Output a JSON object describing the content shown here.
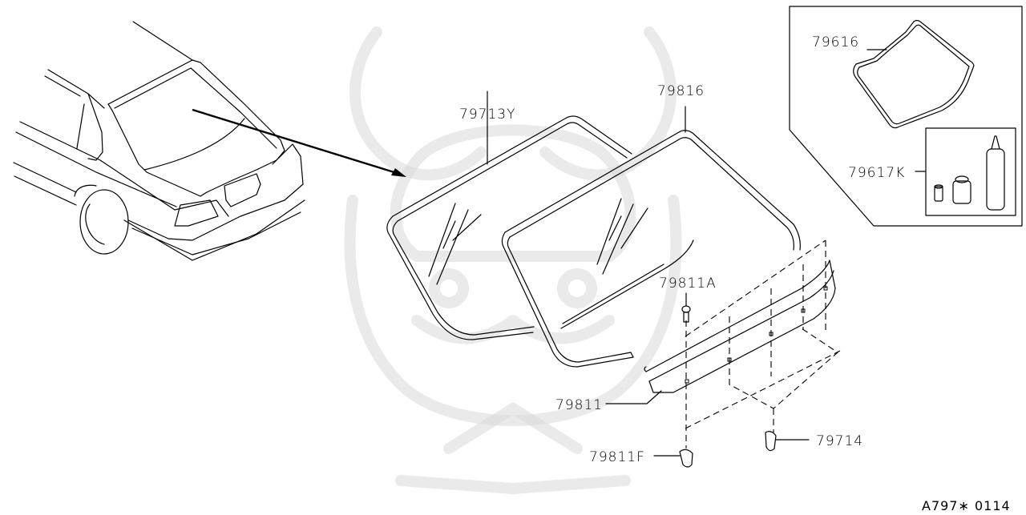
{
  "diagram": {
    "type": "parts-exploded-view",
    "subject": "Rear window glass assembly",
    "diagram_code": "A797∗ 0114",
    "colors": {
      "line": "#000000",
      "background": "#ffffff",
      "watermark": "#d9d9d9"
    }
  },
  "parts": [
    {
      "id": "79713Y",
      "label": "79713Y",
      "description": "rear window glass"
    },
    {
      "id": "79816",
      "label": "79816",
      "description": "rear window moulding"
    },
    {
      "id": "79811A",
      "label": "79811A",
      "description": "clip / fastener"
    },
    {
      "id": "79811",
      "label": "79811",
      "description": "rear window lower trim finisher"
    },
    {
      "id": "79811F",
      "label": "79811F",
      "description": "clip"
    },
    {
      "id": "79714",
      "label": "79714",
      "description": "clip"
    },
    {
      "id": "79616",
      "label": "79616",
      "description": "dam / seal for glass (inset)"
    },
    {
      "id": "79617K",
      "label": "79617K",
      "description": "adhesive kit (inset)"
    }
  ],
  "inset": {
    "parts": [
      "79616",
      "79617K"
    ]
  }
}
